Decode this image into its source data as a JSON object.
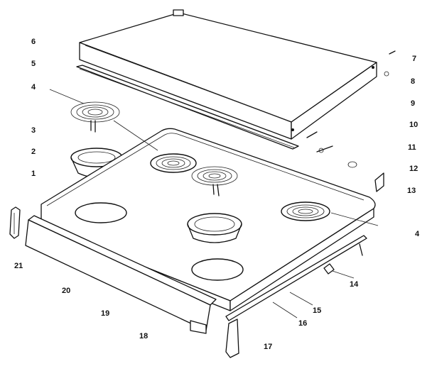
{
  "labels": {
    "l6": "6",
    "l5": "5",
    "l4a": "4",
    "l3": "3",
    "l2": "2",
    "l1": "1",
    "l21": "21",
    "l20": "20",
    "l19": "19",
    "l18": "18",
    "l17": "17",
    "l16": "16",
    "l15": "15",
    "l14": "14",
    "l4b": "4",
    "l13": "13",
    "l12": "12",
    "l11": "11",
    "l10": "10",
    "l9": "9",
    "l8": "8",
    "l7": "7"
  }
}
